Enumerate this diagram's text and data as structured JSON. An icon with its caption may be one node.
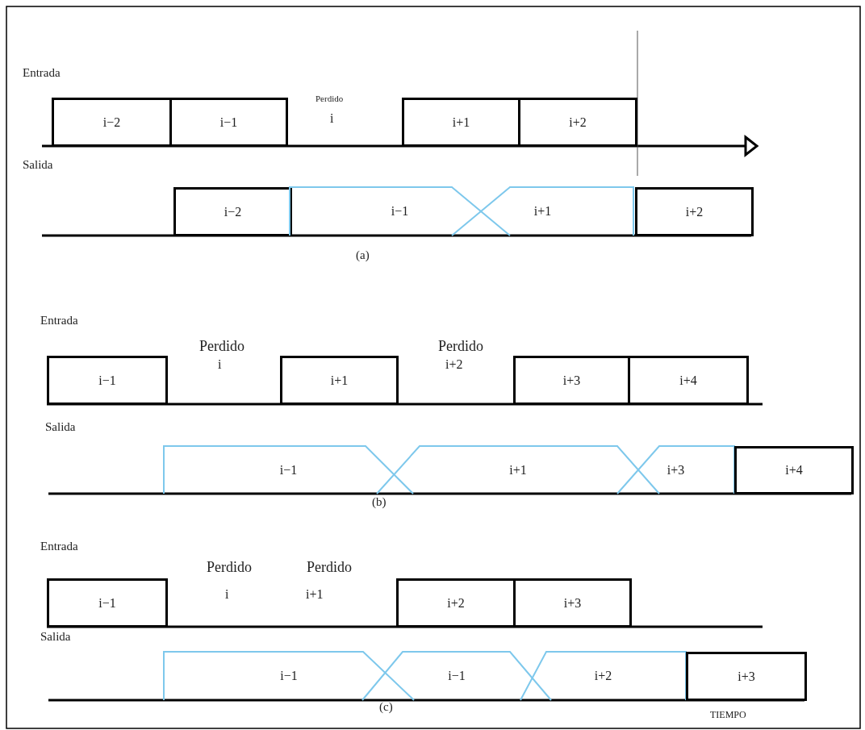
{
  "diagram": {
    "nodes": [
      {
        "text": [
          "i−2"
        ]
      },
      {
        "text": [
          "i−1"
        ]
      },
      {
        "text": [
          "i+1"
        ]
      },
      {
        "text": [
          "i+2"
        ]
      },
      {
        "text": [
          "i−2"
        ]
      },
      {
        "text": [
          "i−1"
        ]
      },
      {
        "text": [
          "i+1"
        ]
      },
      {
        "text": [
          "i+2"
        ]
      },
      {
        "text": [
          "i−1"
        ]
      },
      {
        "text": [
          "i+1"
        ]
      },
      {
        "text": [
          "i+3"
        ]
      },
      {
        "text": [
          "i+4"
        ]
      },
      {
        "text": [
          "i−1"
        ]
      },
      {
        "text": [
          "i+1"
        ]
      },
      {
        "text": [
          "i+3"
        ]
      },
      {
        "text": [
          "i+4"
        ]
      },
      {
        "text": [
          "i−1"
        ]
      },
      {
        "text": [
          "i+2"
        ]
      },
      {
        "text": [
          "i+3"
        ]
      },
      {
        "text": [
          "i−1"
        ]
      },
      {
        "text": [
          "i−1"
        ]
      },
      {
        "text": [
          "i+2"
        ]
      },
      {
        "text": [
          "i+3"
        ]
      }
    ],
    "labels": [
      "Entrada",
      "Perdido",
      "i",
      "Salida",
      "(a)",
      "Entrada",
      "Perdido",
      "Perdido",
      "i",
      "i+2",
      "Salida",
      "(b)",
      "Entrada",
      "Perdido",
      "Perdido",
      "i",
      "i+1",
      "Salida",
      "(c)",
      "TIEMPO"
    ]
  }
}
